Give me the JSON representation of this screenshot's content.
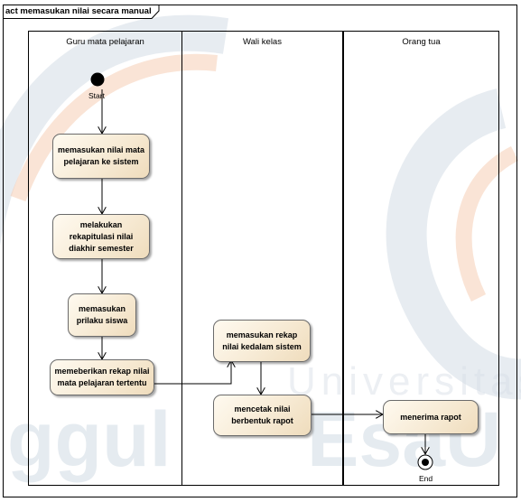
{
  "diagram": {
    "title": "act memasukan nilai secara manual",
    "swimlanes": [
      {
        "name": "Guru mata pelajaran"
      },
      {
        "name": "Wali kelas"
      },
      {
        "name": "Orang tua"
      }
    ],
    "start_label": "Start",
    "end_label": "End",
    "actions": [
      {
        "label": "memasukan nilai mata pelajaran ke sistem"
      },
      {
        "label": "melakukan rekapitulasi nilai diakhir semester"
      },
      {
        "label": "memasukan prilaku siswa"
      },
      {
        "label": "memeberikan rekap nilai mata pelajaran tertentu"
      },
      {
        "label": "memasukan rekap nilai kedalam sistem"
      },
      {
        "label": "mencetak nilai berbentuk rapot"
      },
      {
        "label": "menerima rapot"
      }
    ]
  },
  "watermark": {
    "line1": "Universitas",
    "line2_left": "ggul",
    "line2_right": "EsaU"
  },
  "colors": {
    "action_fill": "#f6e9d2",
    "watermark": "#c7d3de",
    "accent_orange": "#f0a883"
  }
}
